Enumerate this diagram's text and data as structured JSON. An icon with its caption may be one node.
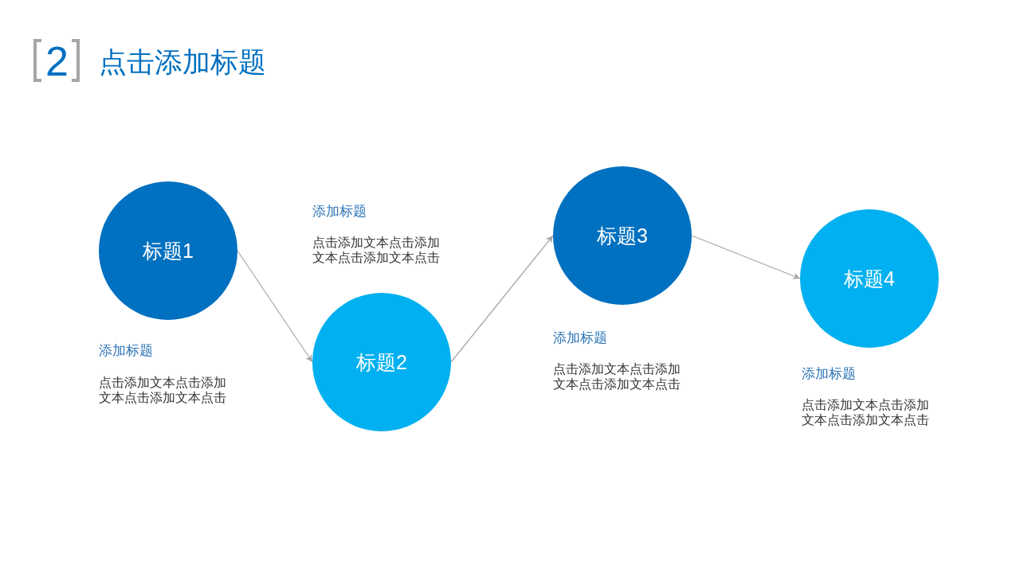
{
  "diagram": {
    "title": "点击添加标题",
    "nodes": [
      {
        "text": [
          "标题1"
        ],
        "beside": [
          "添加标题",
          "点击添加文本点击添加文本点击添加文本点击"
        ]
      },
      {
        "text": [
          "标题2"
        ],
        "beside": [
          "添加标题",
          "点击添加文本点击添加文本点击添加文本点击"
        ]
      },
      {
        "text": [
          "标题3"
        ],
        "beside": [
          "添加标题",
          "点击添加文本点击添加文本点击添加文本点击"
        ]
      },
      {
        "text": [
          "标题4"
        ],
        "beside": [
          "添加标题",
          "点击添加文本点击添加文本点击添加文本点击"
        ]
      }
    ],
    "edges": [
      {
        "from": 0,
        "to": 1,
        "arrow": "to"
      },
      {
        "from": 1,
        "to": 2,
        "arrow": "to"
      },
      {
        "from": 2,
        "to": 3,
        "arrow": "to"
      }
    ],
    "labels": [
      "2"
    ]
  }
}
